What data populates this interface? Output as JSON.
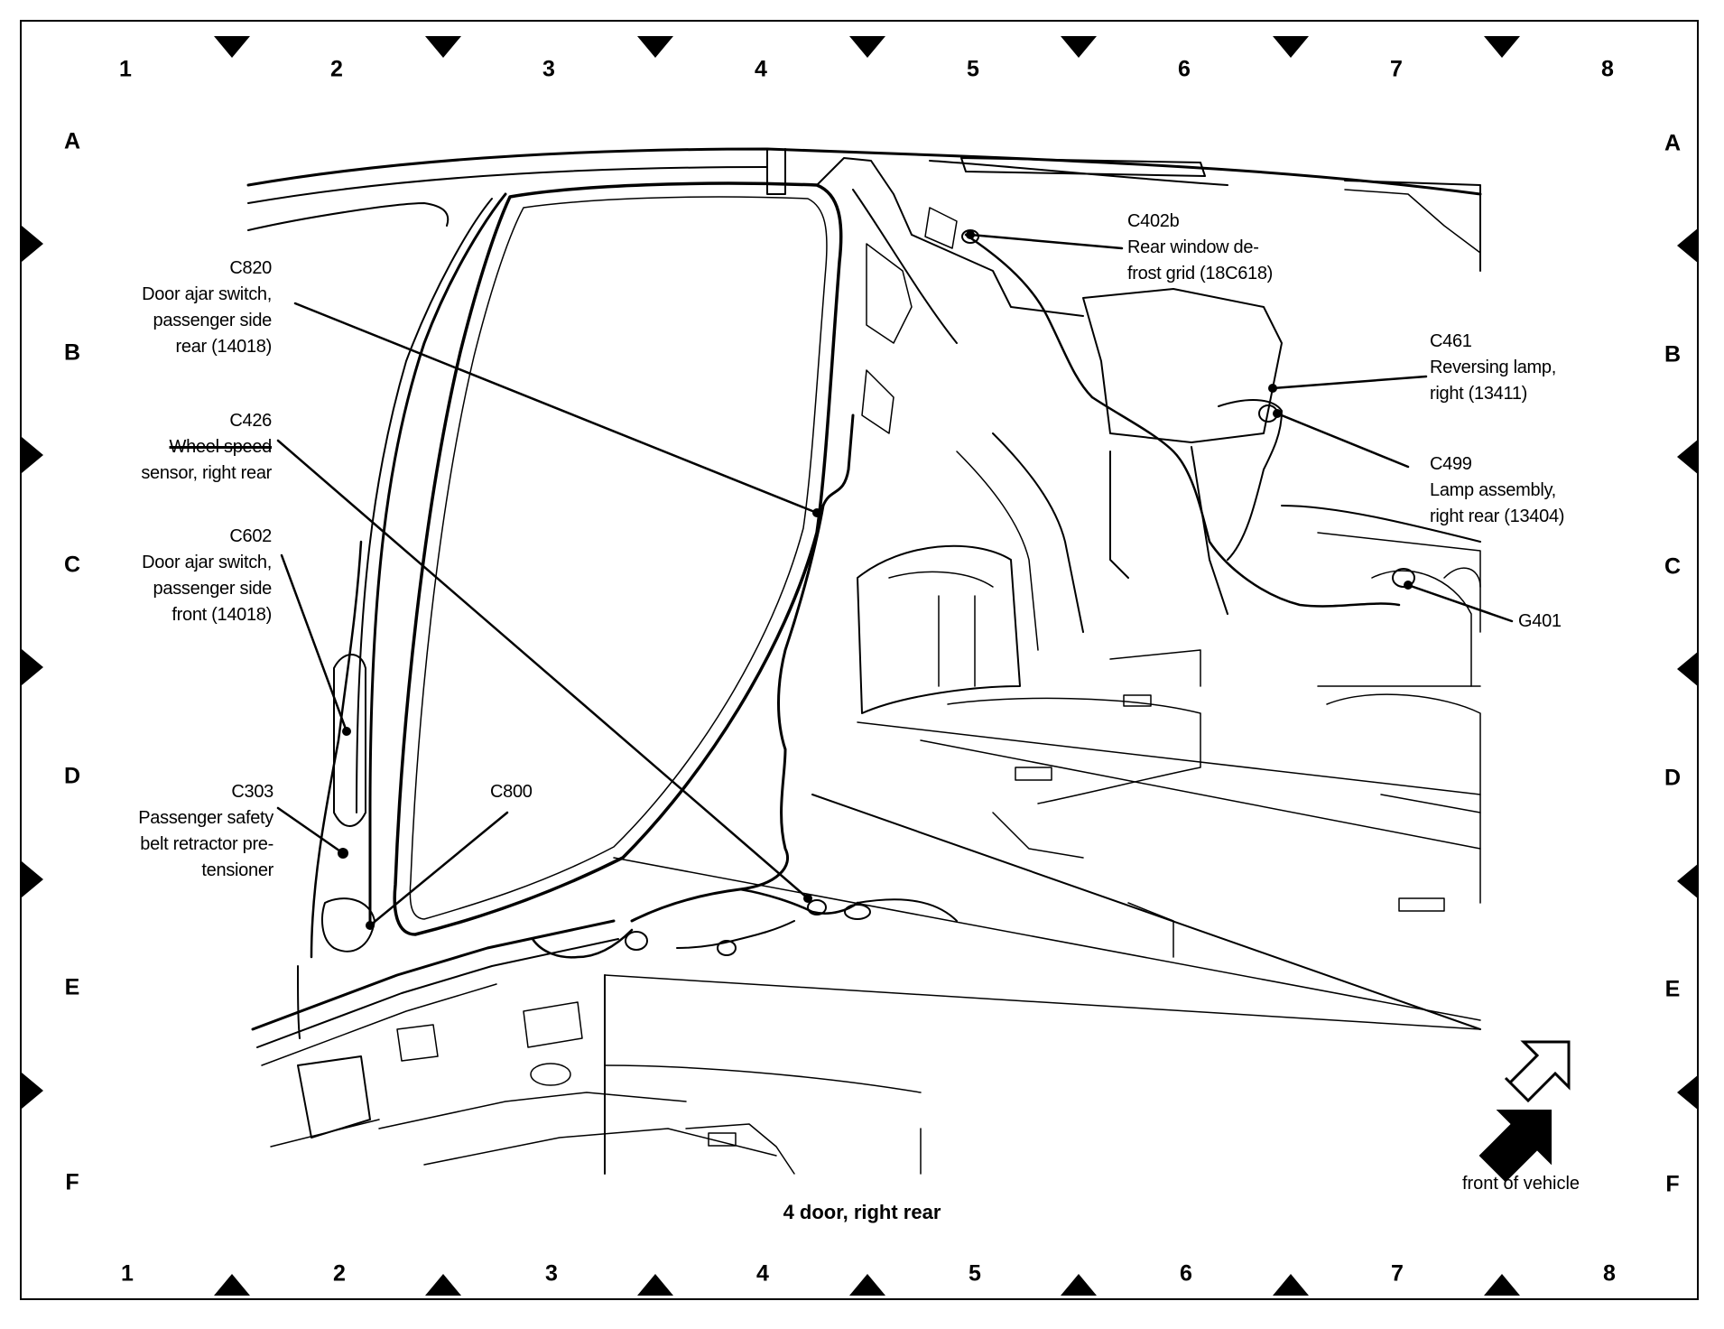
{
  "grid": {
    "columns": [
      "1",
      "2",
      "3",
      "4",
      "5",
      "6",
      "7",
      "8"
    ],
    "rows": [
      "A",
      "B",
      "C",
      "D",
      "E",
      "F"
    ]
  },
  "callouts": {
    "c820": {
      "code": "C820",
      "lines": [
        "Door ajar switch,",
        "passenger side",
        "rear (14018)"
      ]
    },
    "c426": {
      "code": "C426",
      "lines": [
        "Wheel speed",
        "sensor, right rear"
      ]
    },
    "c602": {
      "code": "C602",
      "lines": [
        "Door ajar switch,",
        "passenger side",
        "front (14018)"
      ]
    },
    "c303": {
      "code": "C303",
      "lines": [
        "Passenger safety",
        "belt retractor pre-",
        "tensioner"
      ]
    },
    "c800": {
      "code": "C800"
    },
    "c402b": {
      "code": "C402b",
      "lines": [
        "Rear window de-",
        "frost grid (18C618)"
      ]
    },
    "c461": {
      "code": "C461",
      "lines": [
        "Reversing lamp,",
        "right (13411)"
      ]
    },
    "c499": {
      "code": "C499",
      "lines": [
        "Lamp assembly,",
        "right rear (13404)"
      ]
    },
    "g401": {
      "code": "G401"
    }
  },
  "caption": "4 door, right rear",
  "front_indicator": {
    "label": "front of vehicle",
    "icon": "front-arrow-icon"
  },
  "colors": {
    "ink": "#000000",
    "paper": "#ffffff"
  }
}
